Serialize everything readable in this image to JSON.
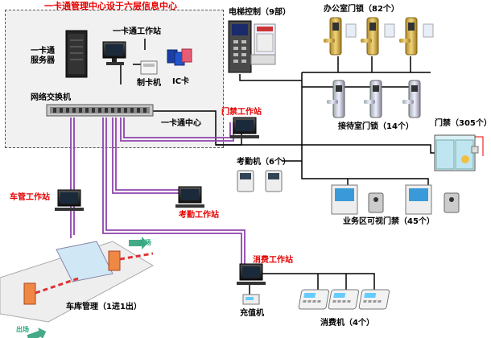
{
  "center": {
    "title": "一卡通管理中心设于六层信息中心",
    "server": "一卡通\n服务器",
    "workstation": "一卡通工作站",
    "card_issuer": "制卡机",
    "ic_card": "IC卡",
    "switch": "网络交换机",
    "center_label": "一卡通中心"
  },
  "elevator": {
    "label": "电梯控制（9部）"
  },
  "office_locks": {
    "label": "办公室门锁（82个）"
  },
  "reception_locks": {
    "label": "接待室门锁（14个）"
  },
  "access_ws": {
    "label": "门禁工作站"
  },
  "access_control": {
    "label": "门禁（305个）"
  },
  "attendance": {
    "label": "考勤机（6个）"
  },
  "attendance_ws": {
    "label": "考勤工作站"
  },
  "video_access": {
    "label": "业务区可视门禁（45个）"
  },
  "parking_ws": {
    "label": "车管工作站"
  },
  "parking": {
    "label": "车库管理（1进1出）",
    "entry": "入场",
    "exit": "出场"
  },
  "consume_ws": {
    "label": "消费工作站"
  },
  "recharge": {
    "label": "充值机"
  },
  "consume": {
    "label": "消费机（4个）"
  },
  "colors": {
    "line_dark": "#000000",
    "line_purple": "#8e44ad",
    "title_red": "#e60000"
  }
}
